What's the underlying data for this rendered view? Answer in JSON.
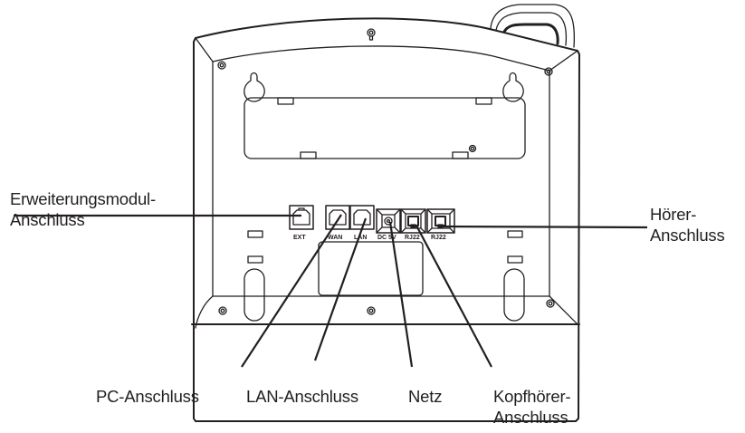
{
  "diagram": {
    "type": "annotated-device-illustration",
    "subject": "IP phone rear view with connection ports",
    "line_color": "#231f20",
    "background": "#ffffff",
    "port_labels": {
      "ext": "EXT",
      "wan": "WAN",
      "lan": "LAN",
      "dc": "DC 5V",
      "rj22_headset": "RJ22",
      "rj22_handset": "RJ22"
    },
    "callouts": {
      "expansion_module": {
        "line1": "Erweiterungsmodul-",
        "line2": "Anschluss"
      },
      "handset": {
        "line1": "Hörer-",
        "line2": "Anschluss"
      },
      "pc": {
        "line1": "PC-Anschluss"
      },
      "lan": {
        "line1": "LAN-Anschluss"
      },
      "power": {
        "line1": "Netz"
      },
      "headset": {
        "line1": "Kopfhörer-",
        "line2": "Anschluss"
      }
    }
  }
}
